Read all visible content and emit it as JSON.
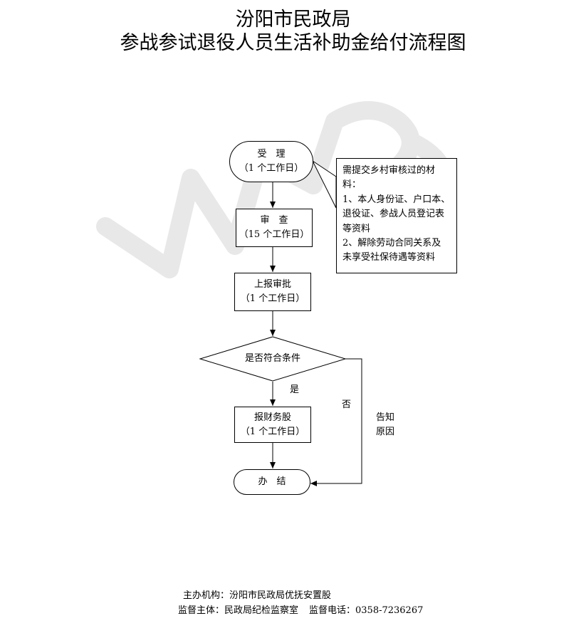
{
  "title_line1": "汾阳市民政局",
  "title_line2": "参战参试退役人员生活补助金给付流程图",
  "nodes": {
    "accept": {
      "name": "受　理",
      "days": "（1 个工作日）"
    },
    "review": {
      "name": "审　查",
      "days": "（15 个工作日）"
    },
    "report": {
      "name": "上报审批",
      "days": "（1 个工作日）"
    },
    "decision": {
      "name": "是否符合条件"
    },
    "finance": {
      "name": "报财务股",
      "days": "（1 个工作日）"
    },
    "done": {
      "name": "办　结"
    }
  },
  "note_lines": [
    "需提交乡村审核过的材",
    "料：",
    "1、本人身份证、户口本、",
    "退役证、参战人员登记表",
    "等资料",
    "2、解除劳动合同关系及",
    "未享受社保待遇等资料"
  ],
  "labels": {
    "yes": "是",
    "no": "否",
    "inform_line1": "告知",
    "inform_line2": "原因"
  },
  "footer": {
    "organizer": "主办机构：汾阳市民政局优抚安置股",
    "supervisor": "监督主体：民政局纪检监察室",
    "phone": "监督电话：0358-7236267"
  },
  "colors": {
    "line": "#000000",
    "watermark": "#e6e6e6"
  }
}
